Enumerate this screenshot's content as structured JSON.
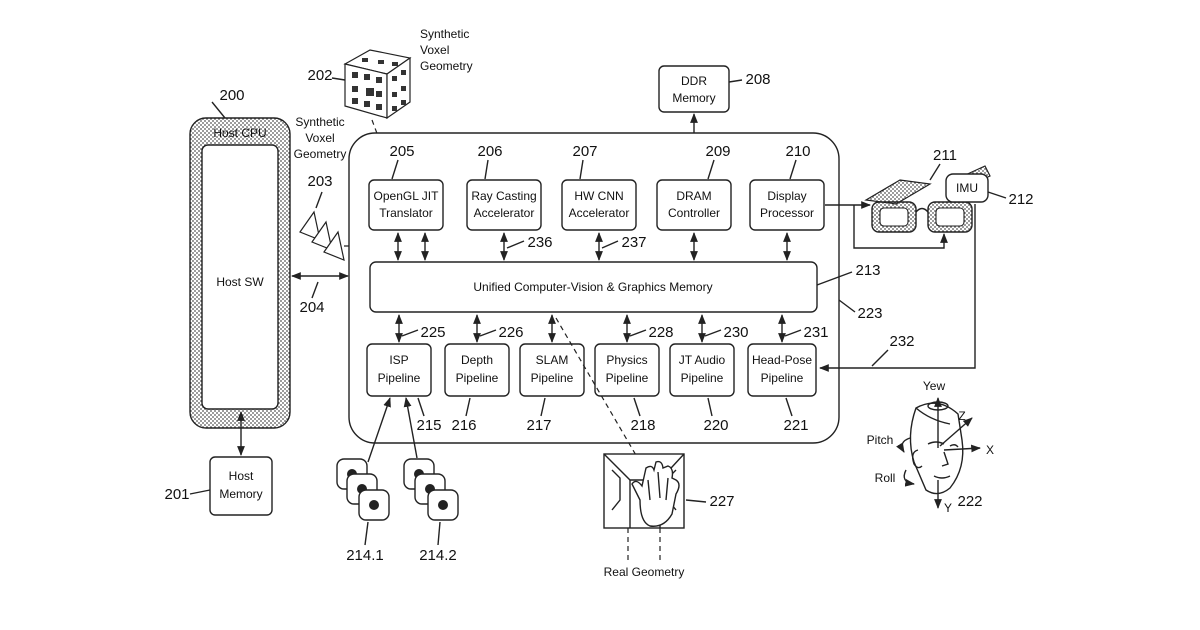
{
  "host": {
    "cpu_label": "Host CPU",
    "sw_label": "Host SW",
    "memory_label": [
      "Host",
      "Memory"
    ],
    "ref_cpu": "200",
    "ref_memory": "201",
    "ref_link": "204"
  },
  "synthetic": {
    "cube_label": [
      "Synthetic",
      "Voxel",
      "Geometry"
    ],
    "cube_ref": "202",
    "tri_label": [
      "Synthetic",
      "Voxel",
      "Geometry"
    ],
    "tri_ref": "203"
  },
  "ddr": {
    "label": [
      "DDR",
      "Memory"
    ],
    "ref": "208"
  },
  "top_units": [
    {
      "ref": "205",
      "label": [
        "OpenGL JIT",
        "Translator"
      ]
    },
    {
      "ref": "206",
      "label": [
        "Ray Casting",
        "Accelerator"
      ]
    },
    {
      "ref": "207",
      "label": [
        "HW CNN",
        "Accelerator"
      ]
    },
    {
      "ref": "209",
      "label": [
        "DRAM",
        "Controller"
      ]
    },
    {
      "ref": "210",
      "label": [
        "Display",
        "Processor"
      ]
    }
  ],
  "top_link_refs": {
    "ray": "236",
    "cnn": "237"
  },
  "memory": {
    "label": "Unified Computer-Vision & Graphics Memory",
    "ref": "213",
    "ref_outer": "223"
  },
  "pipelines": [
    {
      "ref": "215",
      "label": [
        "ISP",
        "Pipeline"
      ],
      "link_ref": "225"
    },
    {
      "ref": "216",
      "label": [
        "Depth",
        "Pipeline"
      ],
      "link_ref": "226"
    },
    {
      "ref": "217",
      "label": [
        "SLAM",
        "Pipeline"
      ],
      "link_ref": ""
    },
    {
      "ref": "218",
      "label": [
        "Physics",
        "Pipeline"
      ],
      "link_ref": "228"
    },
    {
      "ref": "220",
      "label": [
        "JT Audio",
        "Pipeline"
      ],
      "link_ref": "230"
    },
    {
      "ref": "221",
      "label": [
        "Head-Pose",
        "Pipeline"
      ],
      "link_ref": "231"
    }
  ],
  "glasses": {
    "ref": "211",
    "imu_label": "IMU",
    "imu_ref": "212",
    "link_ref": "232"
  },
  "cameras": {
    "ref_left": "214.1",
    "ref_right": "214.2"
  },
  "real": {
    "label": "Real Geometry",
    "ref": "227"
  },
  "head": {
    "ref": "222",
    "yew": "Yew",
    "pitch": "Pitch",
    "roll": "Roll",
    "x": "X",
    "y": "Y",
    "z": "Z"
  }
}
